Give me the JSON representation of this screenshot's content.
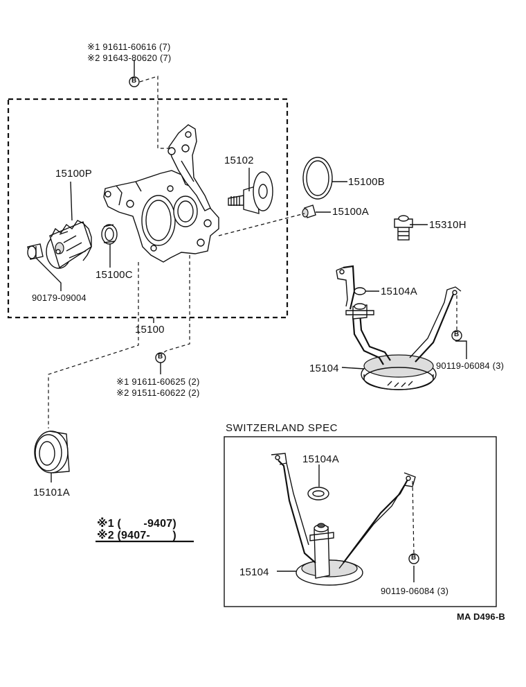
{
  "diagram": {
    "parts": {
      "p15100": "15100",
      "p15100P": "15100P",
      "p15102": "15102",
      "p15100B": "15100B",
      "p15100A": "15100A",
      "p15310H": "15310H",
      "p15100C": "15100C",
      "p90179": "90179-09004",
      "p15104A_top": "15104A",
      "p15104_top": "15104",
      "p90119_top": "90119-06084 (3)",
      "p15101A": "15101A",
      "p15104A_sw": "15104A",
      "p15104_sw": "15104",
      "p90119_sw": "90119-06084 (3)"
    },
    "bolt_badge": "B",
    "bolts_top": {
      "line1": "※1 91611-60616 (7)",
      "line2": "※2 91643-80620 (7)"
    },
    "bolts_bottom": {
      "line1": "※1 91611-60625 (2)",
      "line2": "※2 91511-60622 (2)"
    },
    "legend": {
      "line1": "※1 (　　-9407)",
      "line2": "※2 (9407-　　)"
    },
    "spec_title": "SWITZERLAND SPEC",
    "drawing_code": "MA D496-B"
  }
}
